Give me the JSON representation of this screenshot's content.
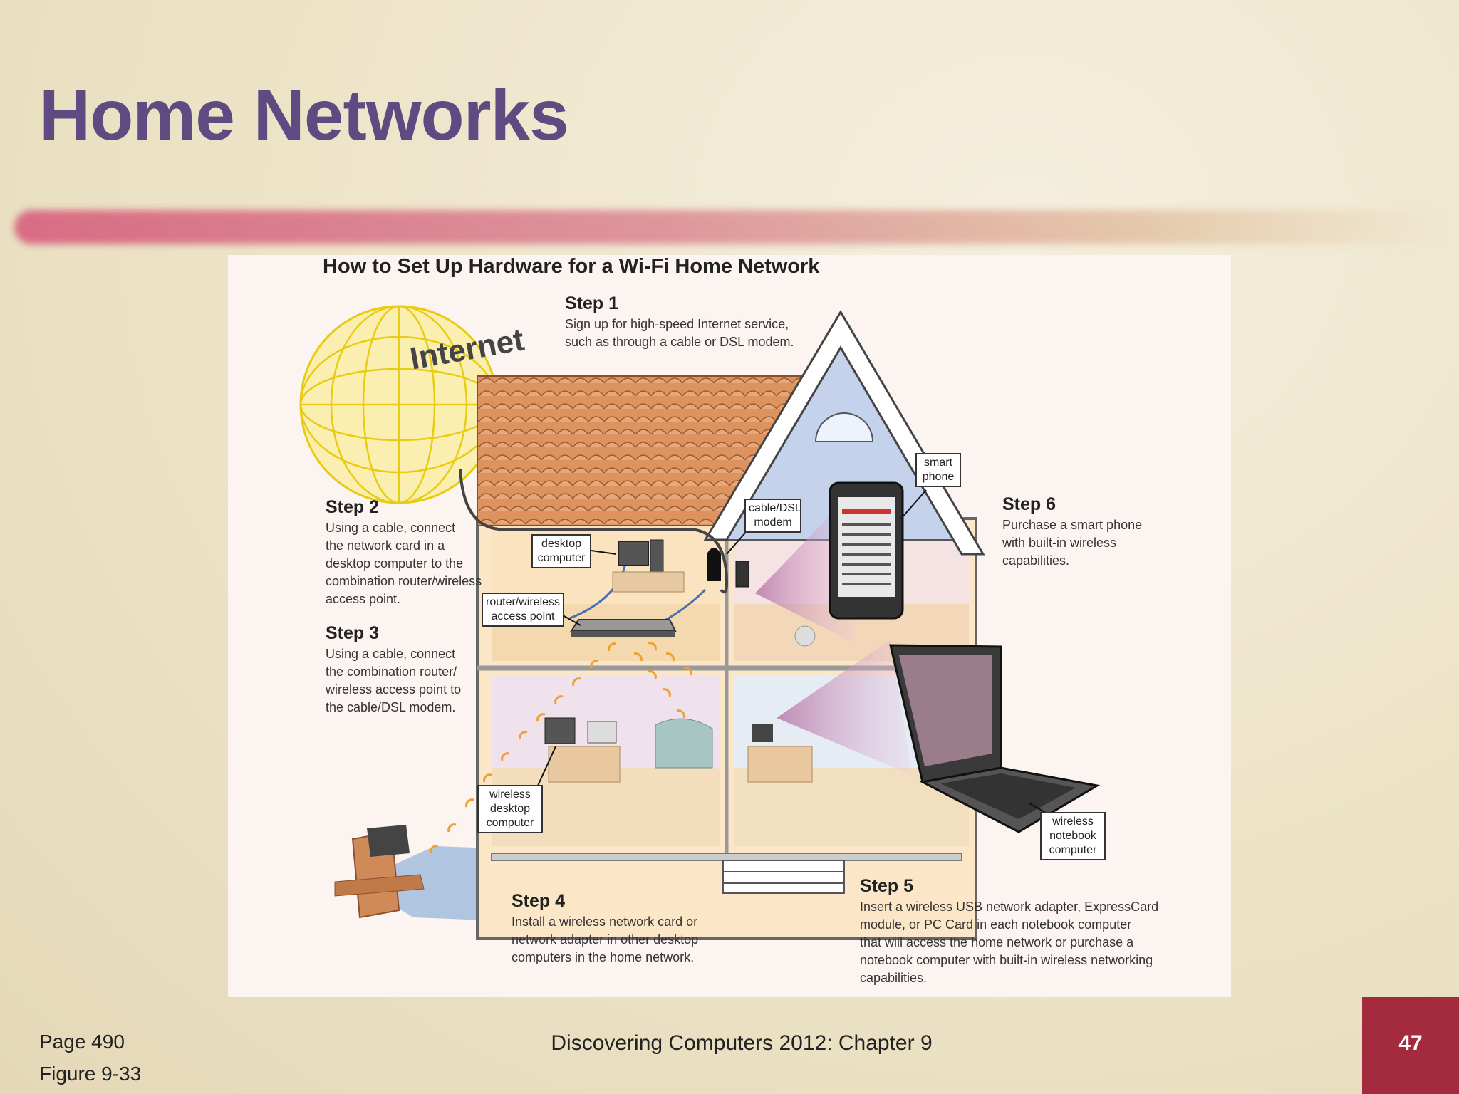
{
  "slide": {
    "title": "Home Networks",
    "footer_page": "Page 490",
    "footer_figure": "Figure 9-33",
    "footer_center": "Discovering Computers 2012: Chapter 9",
    "slide_number": "47"
  },
  "figure": {
    "title": "How to Set Up Hardware for a Wi-Fi Home Network",
    "internet_label": "Internet",
    "steps": [
      {
        "heading": "Step 1",
        "text": [
          "Sign up for high-speed Internet service,",
          "such as through a cable or DSL modem."
        ]
      },
      {
        "heading": "Step 2",
        "text": [
          "Using a cable, connect",
          "the network card in a",
          "desktop computer to the",
          "combination router/wireless",
          "access point."
        ]
      },
      {
        "heading": "Step 3",
        "text": [
          "Using a cable, connect",
          "the combination router/",
          "wireless access point to",
          "the cable/DSL modem."
        ]
      },
      {
        "heading": "Step 4",
        "text": [
          "Install a wireless network card or",
          "network adapter in other desktop",
          "computers in the home network."
        ]
      },
      {
        "heading": "Step 5",
        "text": [
          "Insert a wireless USB network adapter, ExpressCard",
          "module, or PC Card in each notebook computer",
          "that will access the home network or purchase a",
          "notebook computer with built-in wireless networking",
          "capabilities."
        ]
      },
      {
        "heading": "Step 6",
        "text": [
          "Purchase a smart phone",
          "with built-in wireless",
          "capabilities."
        ]
      }
    ],
    "labels": {
      "desktop": [
        "desktop",
        "computer"
      ],
      "router": [
        "router/wireless",
        "access point"
      ],
      "modem": [
        "cable/DSL",
        "modem"
      ],
      "phone": [
        "smart",
        "phone"
      ],
      "wireless_desktop": [
        "wireless",
        "desktop",
        "computer"
      ],
      "notebook": [
        "wireless",
        "notebook",
        "computer"
      ]
    }
  },
  "colors": {
    "title": "#5d4b82",
    "accent_bar": "#d6607e",
    "slide_number_box": "#a42b3e",
    "roof": "#d98a52",
    "globe": "#f2da36",
    "signal": "#f0a030"
  }
}
